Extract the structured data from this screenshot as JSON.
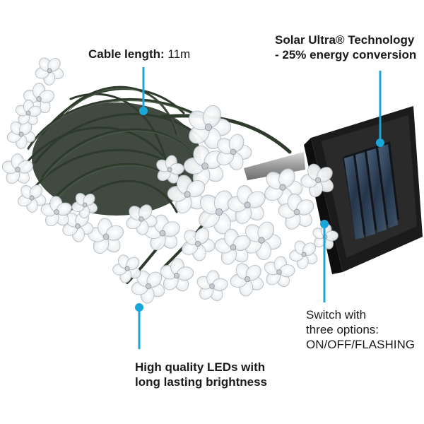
{
  "accent_color": "#1aa6d6",
  "callouts": {
    "cable": {
      "label": "Cable length:",
      "value": "11m"
    },
    "solar": {
      "line1": "Solar Ultra® Technology",
      "line2": "- 25% energy conversion"
    },
    "switch": {
      "line1": "Switch with",
      "line2": "three options:",
      "line3": "ON/OFF/FLASHING"
    },
    "leds": {
      "line1": "High quality LEDs with",
      "line2": "long lasting brightness"
    }
  }
}
